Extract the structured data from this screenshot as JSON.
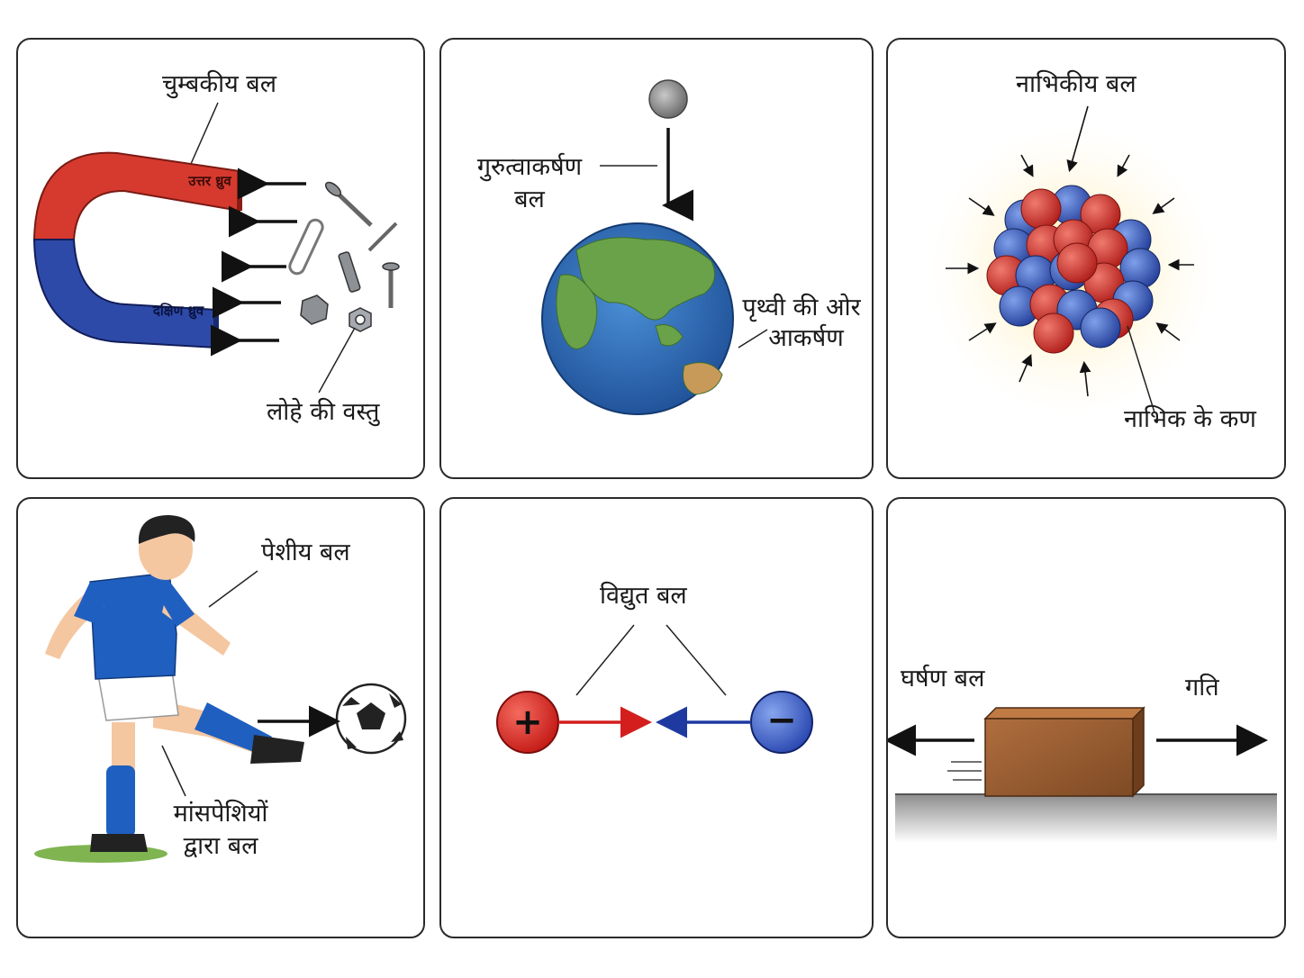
{
  "panels": {
    "magnetic": {
      "title": "चुम्बकीय बल",
      "north_pole": "उत्तर ध्रुव",
      "south_pole": "दक्षिण ध्रुव",
      "iron_objects": "लोहे की वस्तु"
    },
    "gravity": {
      "title_line1": "गुरुत्वाकर्षण",
      "title_line2": "बल",
      "attraction_line1": "पृथ्वी की ओर",
      "attraction_line2": "आकर्षण"
    },
    "nuclear": {
      "title": "नाभिकीय बल",
      "particles": "नाभिक के कण"
    },
    "muscular": {
      "title": "पेशीय बल",
      "muscles_line1": "मांसपेशियों",
      "muscles_line2": "द्वारा बल"
    },
    "electric": {
      "title": "विद्युत बल",
      "plus": "+",
      "minus": "−"
    },
    "friction": {
      "friction_label": "घर्षण बल",
      "motion_label": "गति"
    }
  },
  "colors": {
    "magnet_red": "#d63a2e",
    "magnet_blue": "#2e4aa8",
    "proton_red": "#d8322c",
    "neutron_blue": "#3a64c8",
    "ocean": "#2f6fb8",
    "land": "#5e9a45",
    "wood": "#9a5e34",
    "shirt_blue": "#1f5fc0",
    "electric_red": "#d41e1e",
    "electric_blue": "#1e3aa0"
  }
}
